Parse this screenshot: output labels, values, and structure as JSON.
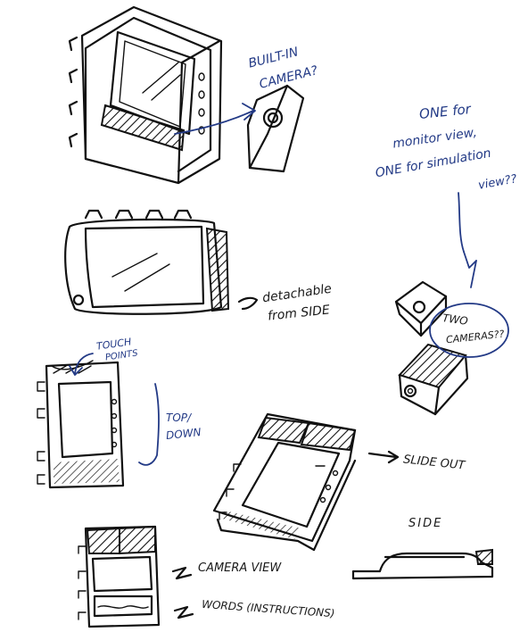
{
  "colors": {
    "ink": "#111111",
    "blue_ink": "#233a86",
    "paper": "#ffffff"
  },
  "notes": {
    "builtin_1": "BUILT-IN",
    "builtin_2": "CAMERA?",
    "one_monitor_1": "ONE for",
    "one_monitor_2": "monitor view,",
    "one_sim_1": "ONE for simulation",
    "one_sim_2": "view??",
    "detachable_1": "detachable",
    "detachable_2": "from SIDE",
    "touch_1": "TOUCH",
    "touch_2": "POINTS",
    "topdown_1": "TOP/",
    "topdown_2": "DOWN",
    "two_cameras_1": "TWO",
    "two_cameras_2": "CAMERAS??",
    "slide_out": "SLIDE OUT",
    "side": "SIDE",
    "camera_view": "CAMERA VIEW",
    "words": "WORDS (INSTRUCTIONS)"
  }
}
